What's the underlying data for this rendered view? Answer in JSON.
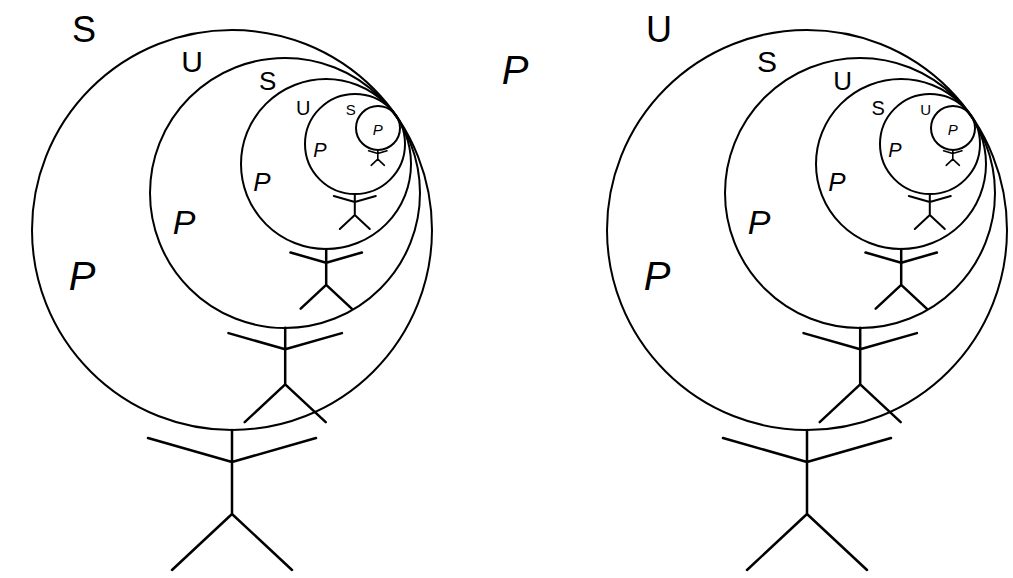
{
  "diagram": {
    "nodes": [
      {
        "text": [
          "S",
          "P"
        ]
      },
      {
        "text": [
          "U",
          "P"
        ],
        "in": 0
      },
      {
        "text": [
          "S",
          "P"
        ],
        "in": 1
      },
      {
        "text": [
          "U",
          "P"
        ],
        "in": 2
      },
      {
        "text": [
          "S",
          "P"
        ],
        "in": 3
      },
      {
        "text": [
          "U",
          "P"
        ]
      },
      {
        "text": [
          "S",
          "P"
        ],
        "in": 5
      },
      {
        "text": [
          "U",
          "P"
        ],
        "in": 6
      },
      {
        "text": [
          "S",
          "P"
        ],
        "in": 7
      },
      {
        "text": [
          "U",
          "P"
        ],
        "in": 8
      }
    ],
    "labels": [
      "P"
    ]
  }
}
